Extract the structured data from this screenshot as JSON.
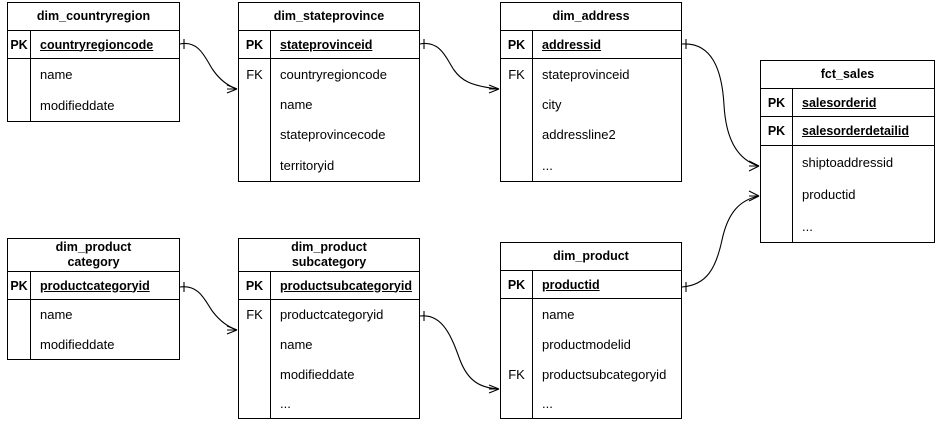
{
  "diagram": {
    "title": "star-schema-er-diagram",
    "background_color": "#ffffff",
    "line_color": "#000000",
    "text_color": "#000000",
    "key_labels": {
      "pk": "PK",
      "fk": "FK"
    },
    "ellipsis": "..."
  },
  "entities": [
    {
      "id": "dim_countryregion",
      "name": "dim_countryregion",
      "keys": [
        {
          "tag": "PK",
          "column": "countryregioncode"
        }
      ],
      "attributes": [
        {
          "tag": "",
          "column": "name"
        },
        {
          "tag": "",
          "column": "modifieddate"
        }
      ]
    },
    {
      "id": "dim_stateprovince",
      "name": "dim_stateprovince",
      "keys": [
        {
          "tag": "PK",
          "column": "stateprovinceid"
        }
      ],
      "attributes": [
        {
          "tag": "FK",
          "column": "countryregioncode"
        },
        {
          "tag": "",
          "column": "name"
        },
        {
          "tag": "",
          "column": "stateprovincecode"
        },
        {
          "tag": "",
          "column": "territoryid"
        }
      ]
    },
    {
      "id": "dim_address",
      "name": "dim_address",
      "keys": [
        {
          "tag": "PK",
          "column": "addressid"
        }
      ],
      "attributes": [
        {
          "tag": "FK",
          "column": "stateprovinceid"
        },
        {
          "tag": "",
          "column": "city"
        },
        {
          "tag": "",
          "column": "addressline2"
        },
        {
          "tag": "",
          "column": "..."
        }
      ]
    },
    {
      "id": "fct_sales",
      "name": "fct_sales",
      "keys": [
        {
          "tag": "PK",
          "column": "salesorderid"
        },
        {
          "tag": "PK",
          "column": "salesorderdetailid"
        }
      ],
      "attributes": [
        {
          "tag": "",
          "column": "shiptoaddressid"
        },
        {
          "tag": "",
          "column": "productid"
        },
        {
          "tag": "",
          "column": "..."
        }
      ]
    },
    {
      "id": "dim_productcategory",
      "name": "dim_product\ncategory",
      "keys": [
        {
          "tag": "PK",
          "column": "productcategoryid"
        }
      ],
      "attributes": [
        {
          "tag": "",
          "column": "name"
        },
        {
          "tag": "",
          "column": "modifieddate"
        }
      ]
    },
    {
      "id": "dim_productsubcategory",
      "name": "dim_product\nsubcategory",
      "keys": [
        {
          "tag": "PK",
          "column": "productsubcategoryid"
        }
      ],
      "attributes": [
        {
          "tag": "FK",
          "column": "productcategoryid"
        },
        {
          "tag": "",
          "column": "name"
        },
        {
          "tag": "",
          "column": "modifieddate"
        },
        {
          "tag": "",
          "column": "..."
        }
      ]
    },
    {
      "id": "dim_product",
      "name": "dim_product",
      "keys": [
        {
          "tag": "PK",
          "column": "productid"
        }
      ],
      "attributes": [
        {
          "tag": "",
          "column": "name"
        },
        {
          "tag": "",
          "column": "productmodelid"
        },
        {
          "tag": "FK",
          "column": "productsubcategoryid"
        },
        {
          "tag": "",
          "column": "..."
        }
      ]
    }
  ],
  "relationships": [
    {
      "from": "dim_countryregion.countryregioncode",
      "to": "dim_stateprovince.countryregioncode",
      "cardinality": "one-to-many"
    },
    {
      "from": "dim_stateprovince.stateprovinceid",
      "to": "dim_address.stateprovinceid",
      "cardinality": "one-to-many"
    },
    {
      "from": "dim_address.addressid",
      "to": "fct_sales.shiptoaddressid",
      "cardinality": "one-to-many"
    },
    {
      "from": "dim_product.productid",
      "to": "fct_sales.productid",
      "cardinality": "one-to-many"
    },
    {
      "from": "dim_productcategory.productcategoryid",
      "to": "dim_productsubcategory.productcategoryid",
      "cardinality": "one-to-many"
    },
    {
      "from": "dim_productsubcategory.productsubcategoryid",
      "to": "dim_product.productsubcategoryid",
      "cardinality": "one-to-many"
    }
  ]
}
